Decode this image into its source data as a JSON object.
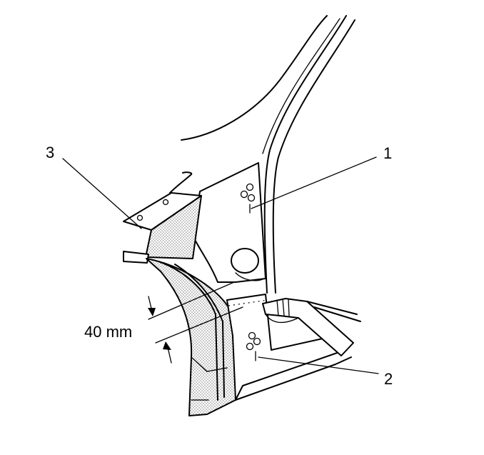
{
  "callouts": {
    "one": "1",
    "two": "2",
    "three": "3"
  },
  "dimension": {
    "label": "40 mm"
  },
  "colors": {
    "line": "#000000",
    "shade_dot": "#555555",
    "background": "#ffffff"
  }
}
